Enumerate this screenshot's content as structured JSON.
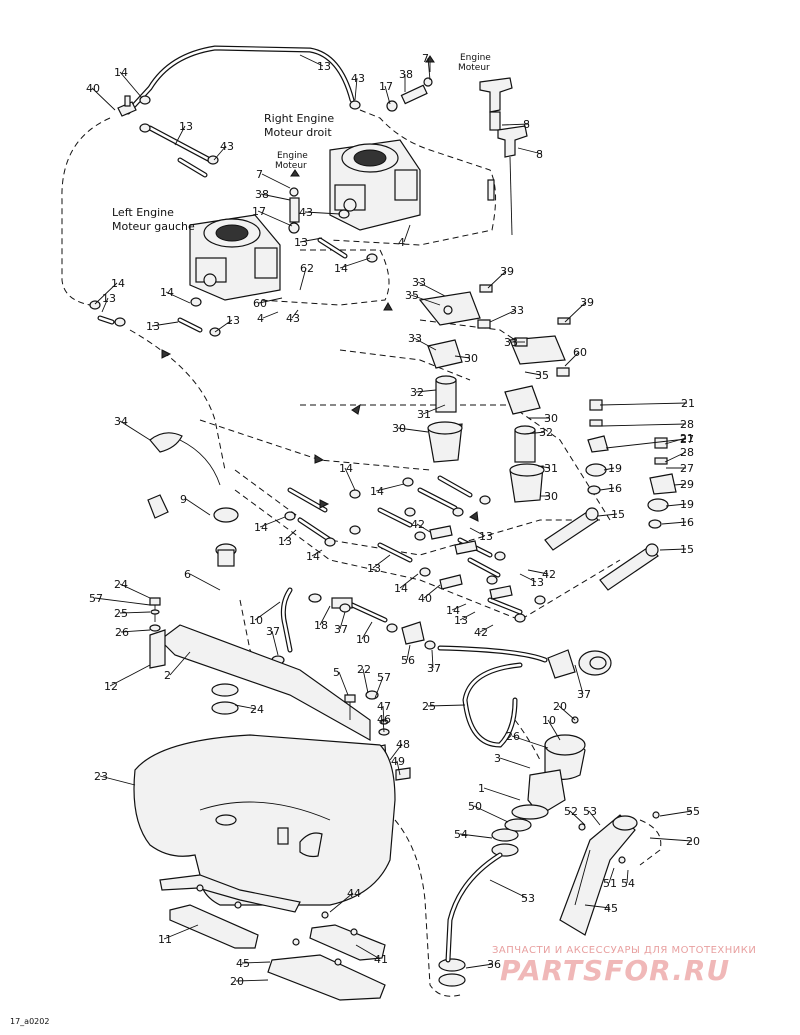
{
  "captions": {
    "right_engine": [
      "Right Engine",
      "Moteur droit"
    ],
    "left_engine": [
      "Left Engine",
      "Moteur gauche"
    ],
    "engine_top": [
      "Engine",
      "Moteur"
    ],
    "engine_mid": [
      "Engine",
      "Moteur"
    ]
  },
  "figure_code": "17_a0202",
  "watermark": {
    "line1": "ЗАПЧАСТИ И АКСЕССУАРЫ ДЛЯ МОТОТЕХНИКИ",
    "line2": "PARTSFOR.RU"
  },
  "callouts": [
    "13",
    "7",
    "43",
    "38",
    "14",
    "40",
    "17",
    "8",
    "13",
    "43",
    "8",
    "7",
    "38",
    "17",
    "43",
    "13",
    "4",
    "14",
    "39",
    "33",
    "62",
    "33",
    "35",
    "60",
    "4",
    "60",
    "43",
    "14",
    "13",
    "13",
    "33",
    "39",
    "14",
    "13",
    "30",
    "33",
    "35",
    "32",
    "21",
    "31",
    "30",
    "34",
    "28",
    "27",
    "30",
    "32",
    "21",
    "28",
    "19",
    "31",
    "27",
    "16",
    "29",
    "14",
    "14",
    "30",
    "19",
    "9",
    "15",
    "42",
    "16",
    "14",
    "13",
    "13",
    "14",
    "13",
    "15",
    "14",
    "13",
    "42",
    "40",
    "14",
    "6",
    "13",
    "24",
    "42",
    "57",
    "10",
    "18",
    "37",
    "37",
    "10",
    "56",
    "37",
    "25",
    "26",
    "37",
    "12",
    "2",
    "5",
    "22",
    "57",
    "24",
    "20",
    "47",
    "25",
    "10",
    "46",
    "26",
    "48",
    "3",
    "49",
    "23",
    "1",
    "50",
    "55",
    "52",
    "53",
    "54",
    "20",
    "51",
    "54",
    "53",
    "44",
    "45",
    "41",
    "11",
    "45",
    "36",
    "20",
    "36"
  ]
}
